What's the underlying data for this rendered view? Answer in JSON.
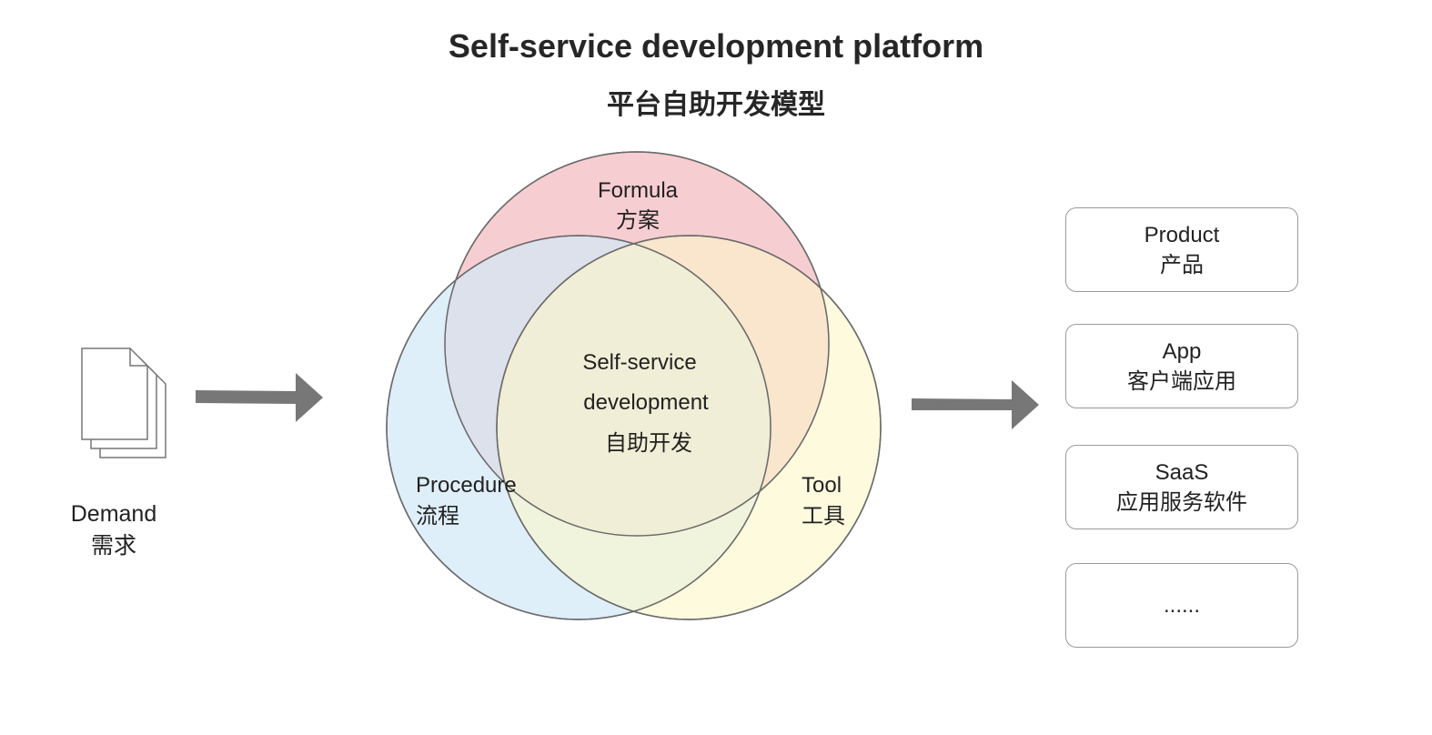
{
  "title": {
    "english": "Self-service development platform",
    "chinese": "平台自助开发模型"
  },
  "input": {
    "label_en": "Demand",
    "label_zh": "需求",
    "icon": "stacked-documents-icon"
  },
  "venn": {
    "formula": {
      "en": "Formula",
      "zh": "方案",
      "color": "#f5c9cc"
    },
    "procedure": {
      "en": "Procedure",
      "zh": "流程",
      "color": "#d3e9f7"
    },
    "tool": {
      "en": "Tool",
      "zh": "工具",
      "color": "#fdf6c8"
    },
    "center": {
      "line1": "Self-service",
      "line2": "development",
      "zh": "自助开发"
    },
    "stroke_color": "#6b6b6b"
  },
  "outputs": [
    {
      "en": "Product",
      "zh": "产品"
    },
    {
      "en": "App",
      "zh": "客户端应用"
    },
    {
      "en": "SaaS",
      "zh": "应用服务软件"
    },
    {
      "en": "......",
      "zh": ""
    }
  ],
  "arrow_color": "#777777"
}
